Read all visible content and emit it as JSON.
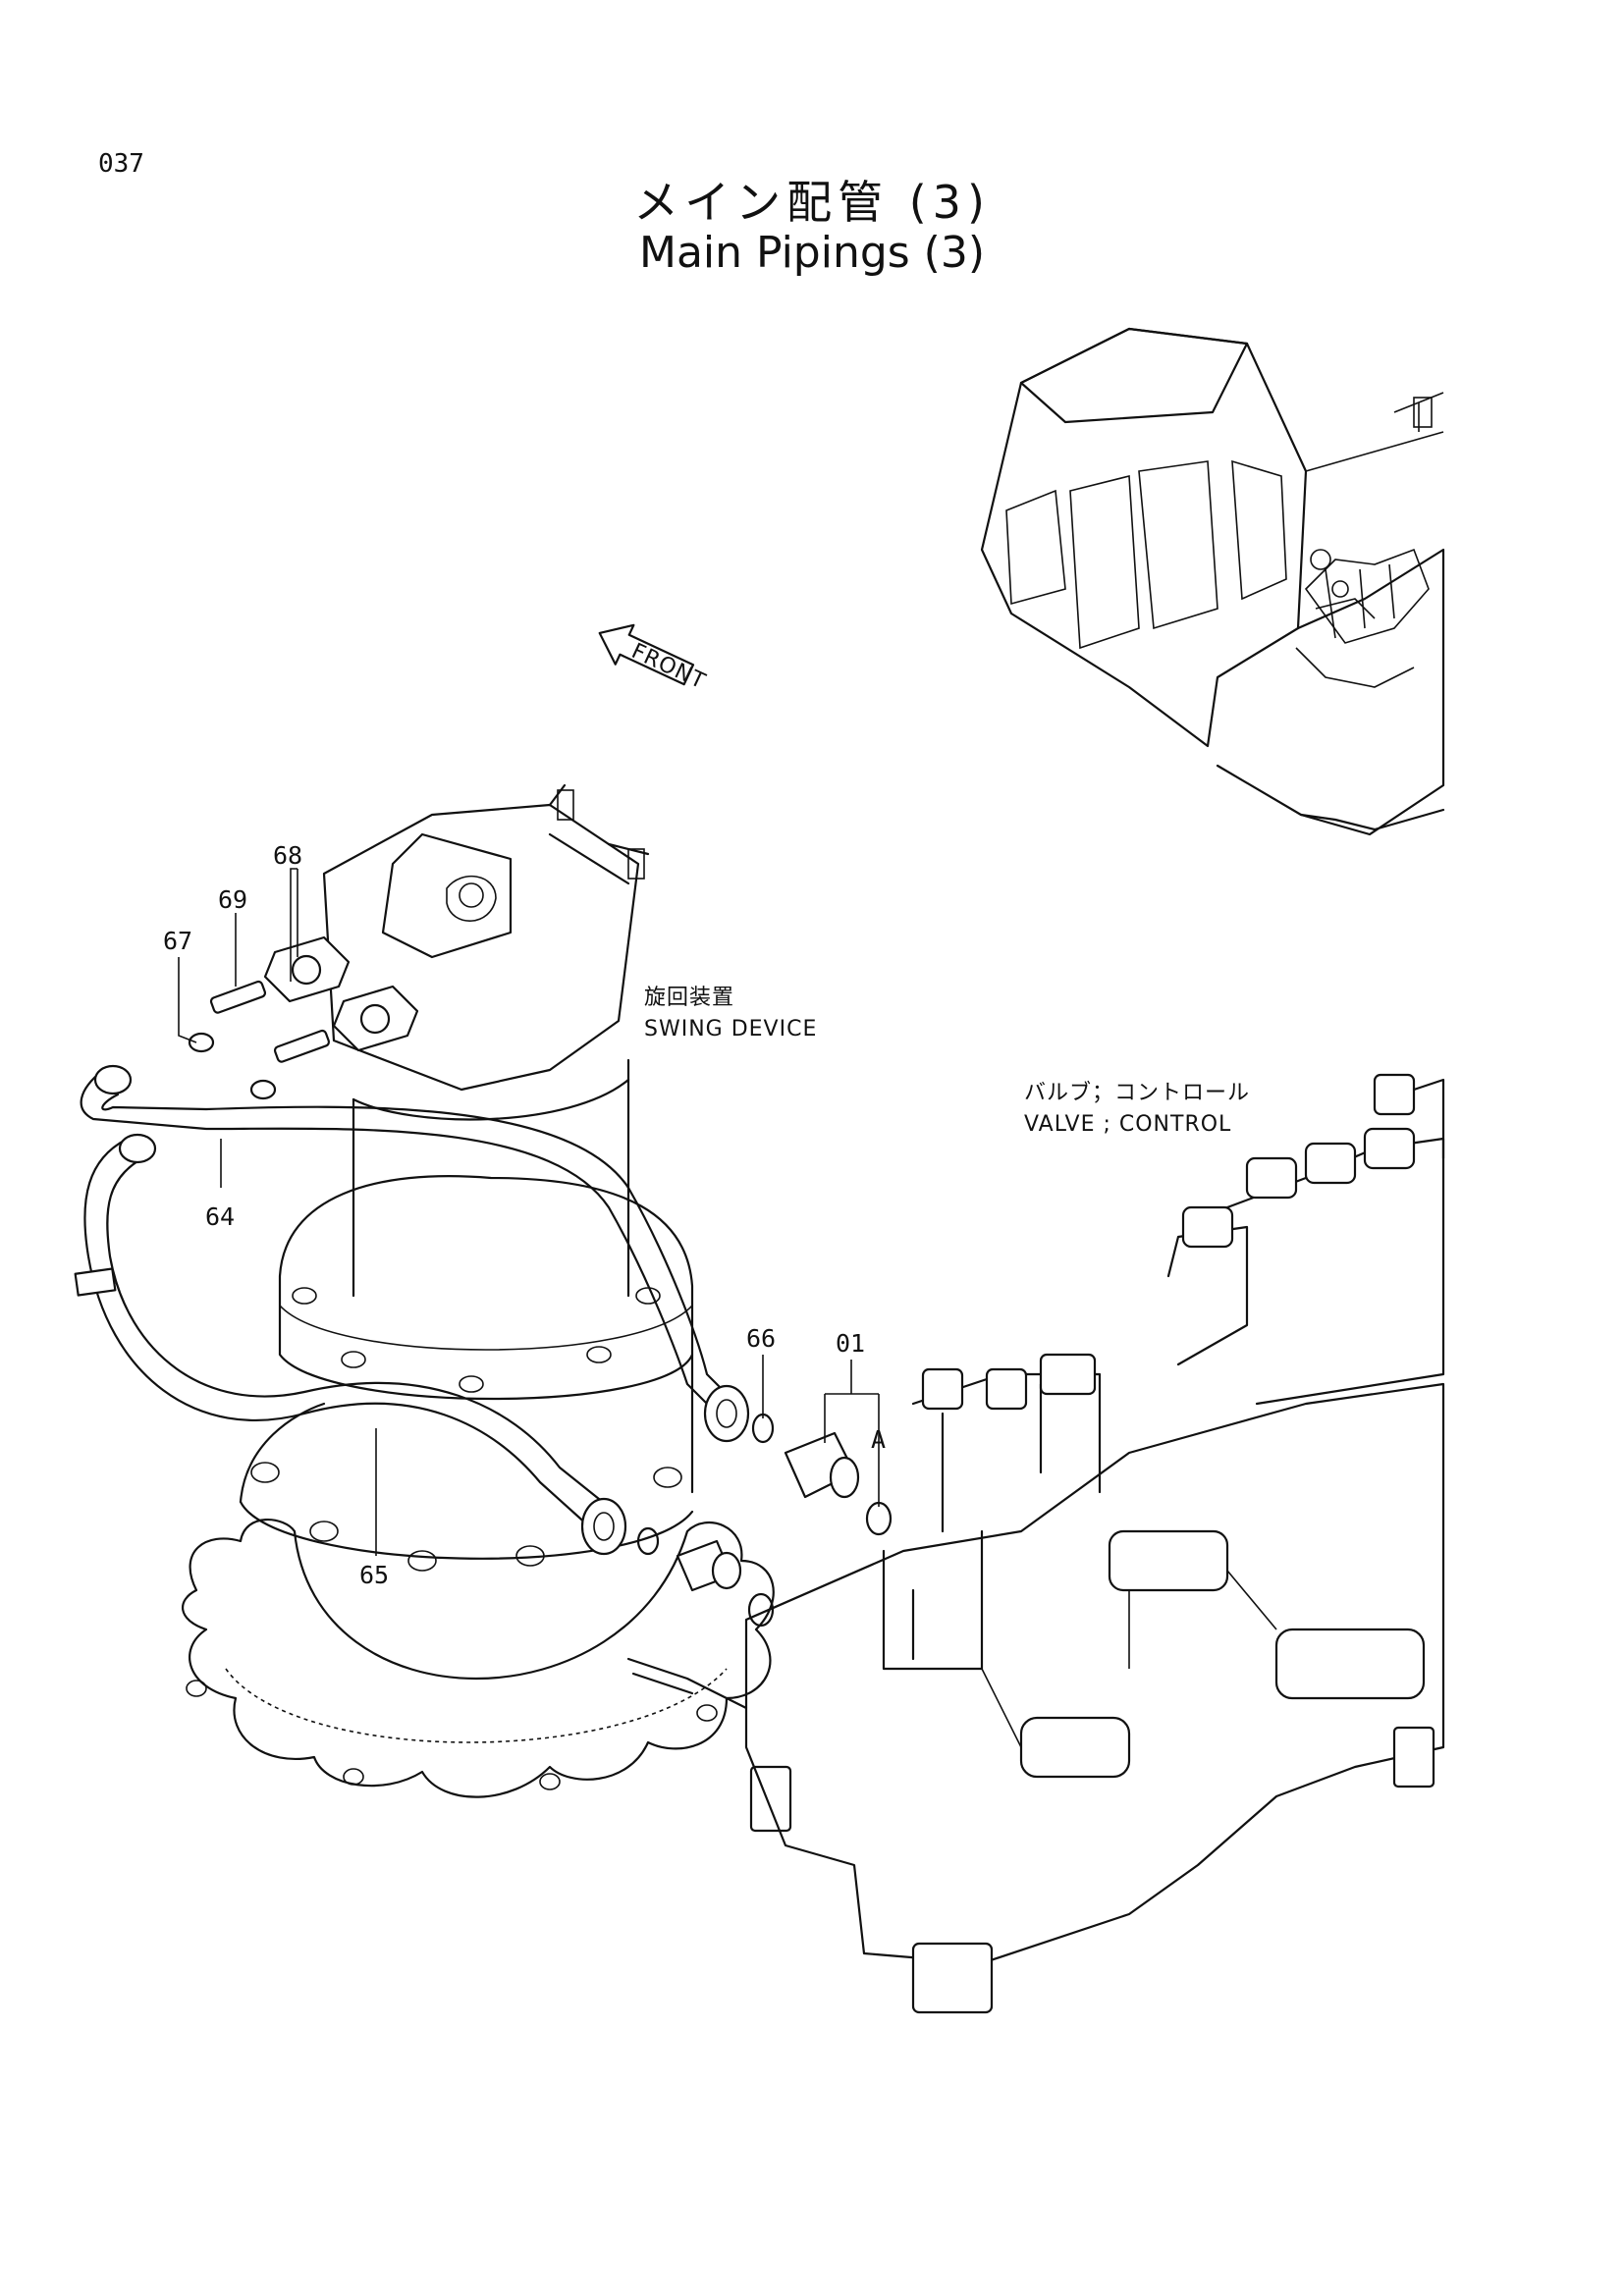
{
  "page": {
    "number": "037"
  },
  "title": {
    "japanese": "メイン配管 (3)",
    "english": "Main Pipings (3)"
  },
  "direction_marker": {
    "text": "FRONT"
  },
  "components": {
    "swing_device": {
      "japanese": "旋回装置",
      "english": "SWING DEVICE"
    },
    "control_valve": {
      "japanese": "バルブ；コントロール",
      "english": "VALVE ; CONTROL"
    }
  },
  "callouts": {
    "c68": "68",
    "c69": "69",
    "c67": "67",
    "c64": "64",
    "c65": "65",
    "c66": "66",
    "c01": "01",
    "cA": "A"
  }
}
